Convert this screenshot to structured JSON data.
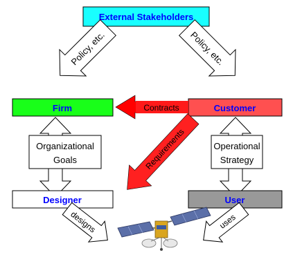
{
  "nodes": {
    "stakeholders": "External Stakeholders",
    "firm": "Firm",
    "customer": "Customer",
    "designer": "Designer",
    "user": "User"
  },
  "arrows": {
    "policy_left": "Policy, etc.",
    "policy_right": "Policy, etc.",
    "contracts": "Contracts",
    "requirements": "Requirements",
    "designs": "designs",
    "uses": "uses"
  },
  "links": {
    "organizational_goals": [
      "Organizational",
      "Goals"
    ],
    "operational_strategy": [
      "Operational",
      "Strategy"
    ]
  },
  "image": {
    "icon": "satellite-icon"
  },
  "colors": {
    "stakeholders_fill": "#19ffff",
    "firm_fill": "#19ff19",
    "customer_fill": "#ff5050",
    "designer_fill": "#ffffff",
    "user_fill": "#999999",
    "label_blue": "#0000ff",
    "contracts_arrow": "#ff0000"
  }
}
